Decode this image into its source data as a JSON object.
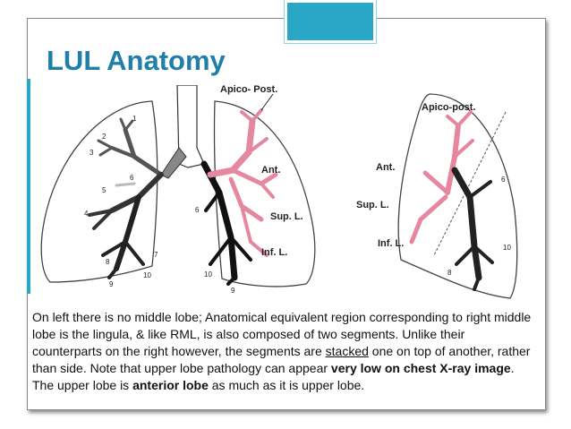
{
  "slide": {
    "title": "LUL Anatomy",
    "accent": "#2aa6c6",
    "title_color": "#1f7fa8"
  },
  "figure": {
    "left_diagram": {
      "labels": [
        "Apico- Post.",
        "Ant.",
        "Sup. L.",
        "Inf. L."
      ],
      "segment_numbers": [
        "1",
        "2",
        "3",
        "4",
        "5",
        "6",
        "7",
        "8",
        "9",
        "10",
        "6",
        "10",
        "9"
      ]
    },
    "right_diagram": {
      "labels": [
        "Apico-post.",
        "Ant.",
        "Sup. L.",
        "Inf. L."
      ],
      "segment_numbers": [
        "6",
        "8",
        "10"
      ]
    },
    "highlight_color": "#e4879f"
  },
  "caption": {
    "p1": "On left there is no middle lobe; Anatomical equivalent region corresponding to right middle lobe is the lingula, & like RML, is also composed of two segments. Unlike their counterparts on the right however, the segments are ",
    "u1": "stacked",
    "p2": " one on top of another, rather than side. Note that upper lobe pathology can appear ",
    "b1": "very low on chest X-ray image",
    "p3": ". The upper lobe is ",
    "b2": "anterior lobe",
    "p4": " as much as it is upper lobe."
  }
}
